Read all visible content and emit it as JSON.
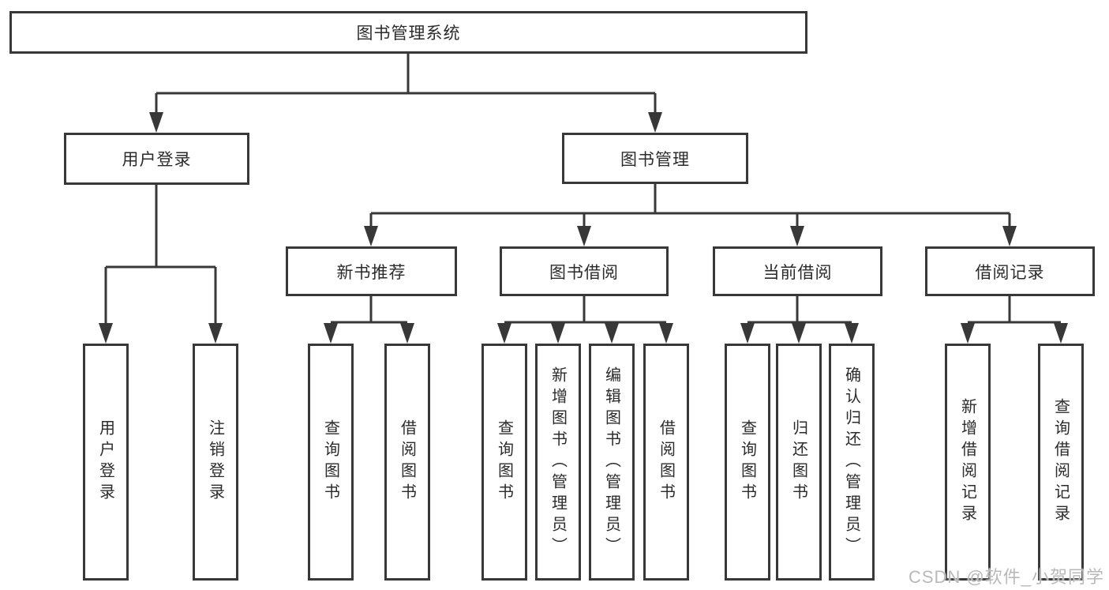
{
  "diagram": {
    "root": {
      "label": "图书管理系统"
    },
    "branches": [
      {
        "label": "用户登录",
        "children": [
          "用户登录",
          "注销登录"
        ]
      },
      {
        "label": "图书管理",
        "groups": [
          {
            "label": "新书推荐",
            "children": [
              "查询图书",
              "借阅图书"
            ]
          },
          {
            "label": "图书借阅",
            "children": [
              "查询图书",
              "新增图书（管理员）",
              "编辑图书（管理员）",
              "借阅图书"
            ]
          },
          {
            "label": "当前借阅",
            "children": [
              "查询图书",
              "归还图书",
              "确认归还（管理员）"
            ]
          },
          {
            "label": "借阅记录",
            "children": [
              "新增借阅记录",
              "查询借阅记录"
            ]
          }
        ]
      }
    ]
  },
  "watermark": {
    "text": "CSDN @软件_小贺同学"
  },
  "colors": {
    "line": "#383838",
    "box_border": "#383838",
    "text": "#2b2b2b",
    "background": "#ffffff",
    "watermark": "#b9b9b9"
  }
}
